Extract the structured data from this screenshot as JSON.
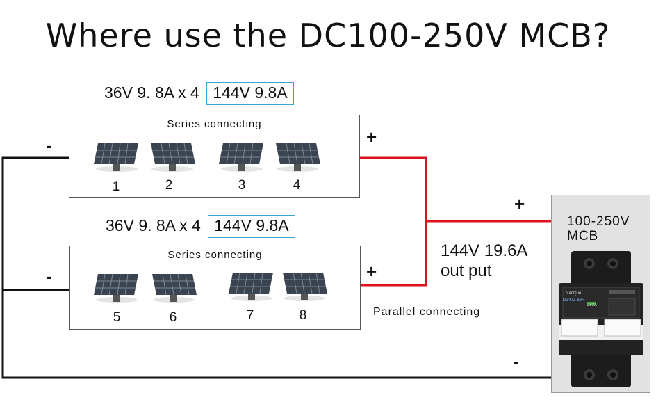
{
  "title": "Where use the DC100-250V MCB?",
  "string1": {
    "spec_left": "36V  9. 8A x 4",
    "spec_boxed": "144V 9.8A",
    "caption": "Series connecting",
    "panels": [
      "1",
      "2",
      "3",
      "4"
    ],
    "plus": "+",
    "minus": "-"
  },
  "string2": {
    "spec_left": "36V  9. 8A x 4",
    "spec_boxed": "144V 9.8A",
    "caption": "Series connecting",
    "panels": [
      "5",
      "6",
      "7",
      "8"
    ],
    "plus": "+",
    "minus": "-"
  },
  "output": {
    "line1": "144V 19.6A",
    "line2": "out put"
  },
  "parallel_label": "Parallel connecting",
  "mcb": {
    "line1": "100-250V",
    "line2": "MCB",
    "plus": "+",
    "minus": "-",
    "brand": "NanQue",
    "model": "DZ47Z-63H",
    "rating": "C63A"
  },
  "colors": {
    "positive_wire": "#e0101e",
    "negative_wire": "#111111",
    "spec_box": "#3ba5d8"
  }
}
